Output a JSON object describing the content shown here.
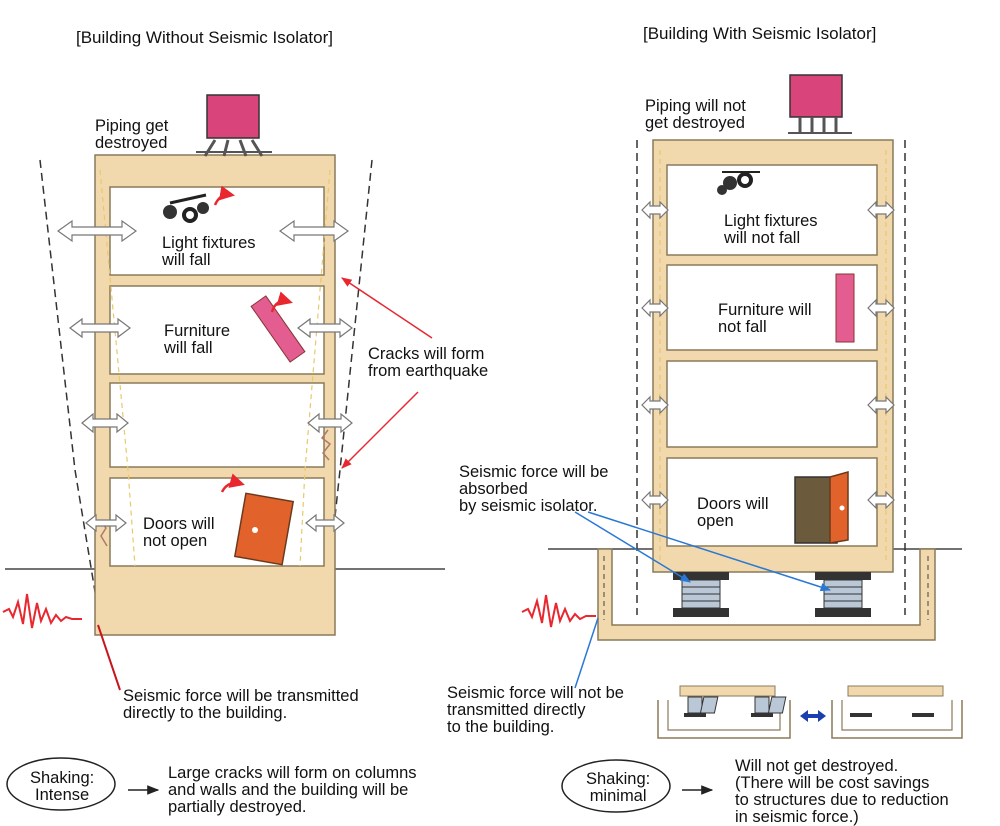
{
  "left": {
    "title": "[Building Without Seismic Isolator]",
    "piping": "Piping get\ndestroyed",
    "light": "Light fixtures\nwill fall",
    "furniture": "Furniture\nwill fall",
    "doors": "Doors will\nnot open",
    "cracks": "Cracks will form\nfrom earthquake",
    "seismic": "Seismic force will be transmitted\ndirectly to the building.",
    "shaking": "Shaking:\nIntense",
    "result": "Large cracks will form on columns\nand walls and the building will be\npartially destroyed."
  },
  "right": {
    "title": "[Building With Seismic Isolator]",
    "piping": "Piping will not\nget destroyed",
    "light": "Light fixtures\nwill not fall",
    "furniture": "Furniture will\nnot fall",
    "doors": "Doors will\nopen",
    "absorbed": "Seismic force will be\nabsorbed\nby seismic isolator.",
    "seismic": "Seismic force will not be\ntransmitted directly\nto the building.",
    "shaking": "Shaking:\nminimal",
    "result": "Will not get destroyed.\n(There will be cost savings\nto structures due to reduction\nin seismic force.)"
  },
  "colors": {
    "wall": "#f2d9ad",
    "wall_stroke": "#8a7a5a",
    "room": "#ffffff",
    "magenta": "#d9447a",
    "door": "#e2622b",
    "door_dark": "#6b5a3c",
    "furniture": "#e35d91",
    "red": "#e8272f",
    "blue": "#2a78d6",
    "arrow_dark_blue": "#1c3fb0"
  }
}
